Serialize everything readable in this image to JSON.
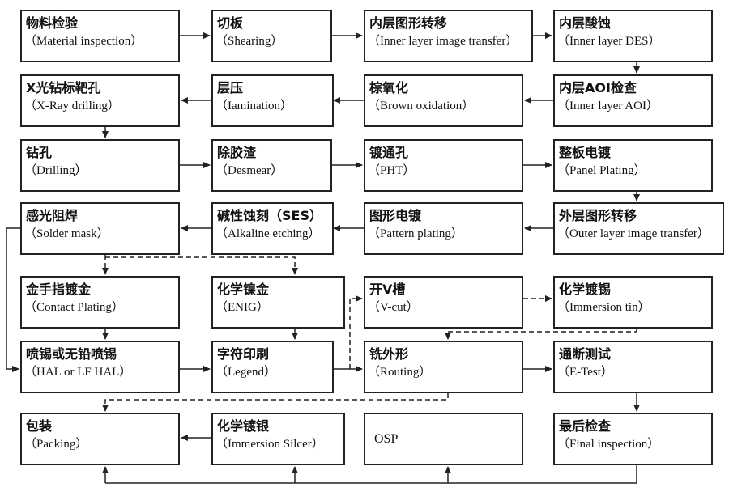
{
  "nodes": {
    "material_inspection": {
      "zh": "物料检验",
      "en": "（Material inspection）"
    },
    "shearing": {
      "zh": "切板",
      "en": "（Shearing）"
    },
    "inner_image_transfer": {
      "zh": "内层图形转移",
      "en": "（Inner layer image transfer）"
    },
    "inner_des": {
      "zh": "内层酸蚀",
      "en": "（Inner layer DES）"
    },
    "xray_drilling": {
      "zh": "X光钻标靶孔",
      "en": "（X-Ray drilling）"
    },
    "lamination": {
      "zh": "层压",
      "en": "（Iamination）"
    },
    "brown_oxidation": {
      "zh": "棕氧化",
      "en": "（Brown oxidation）"
    },
    "inner_aoi": {
      "zh": "内层AOI检查",
      "en": "（Inner layer AOI）"
    },
    "drilling": {
      "zh": "钻孔",
      "en": "（Drilling）"
    },
    "desmear": {
      "zh": "除胶渣",
      "en": "（Desmear）"
    },
    "pht": {
      "zh": "镀通孔",
      "en": "（PHT）"
    },
    "panel_plating": {
      "zh": "整板电镀",
      "en": "（Panel Plating）"
    },
    "solder_mask": {
      "zh": "感光阻焊",
      "en": "（Solder mask）"
    },
    "alkaline_etching": {
      "zh": "碱性蚀刻（SES）",
      "en": "（Alkaline etching）"
    },
    "pattern_plating": {
      "zh": "图形电镀",
      "en": "（Pattern plating）"
    },
    "outer_image_transfer": {
      "zh": "外层图形转移",
      "en": "（Outer layer image transfer）"
    },
    "contact_plating": {
      "zh": "金手指镀金",
      "en": "（Contact Plating）"
    },
    "enig": {
      "zh": "化学镍金",
      "en": "（ENIG）"
    },
    "vcut": {
      "zh": "开V槽",
      "en": "（V-cut）"
    },
    "immersion_tin": {
      "zh": "化学镀锡",
      "en": "（Immersion tin）"
    },
    "hal": {
      "zh": "喷锡或无铅喷锡",
      "en": "（HAL or LF HAL）"
    },
    "legend": {
      "zh": "字符印刷",
      "en": "（Legend）"
    },
    "routing": {
      "zh": "铣外形",
      "en": "（Routing）"
    },
    "etest": {
      "zh": "通断测试",
      "en": "（E-Test）"
    },
    "packing": {
      "zh": "包装",
      "en": "（Packing）"
    },
    "immersion_silver": {
      "zh": "化学镀银",
      "en": "（Immersion Silcer）"
    },
    "osp": {
      "label": "OSP"
    },
    "final_inspection": {
      "zh": "最后检查",
      "en": "（Final inspection）"
    }
  },
  "colors": {
    "line": "#222222",
    "border": "#222222",
    "background": "#ffffff"
  }
}
